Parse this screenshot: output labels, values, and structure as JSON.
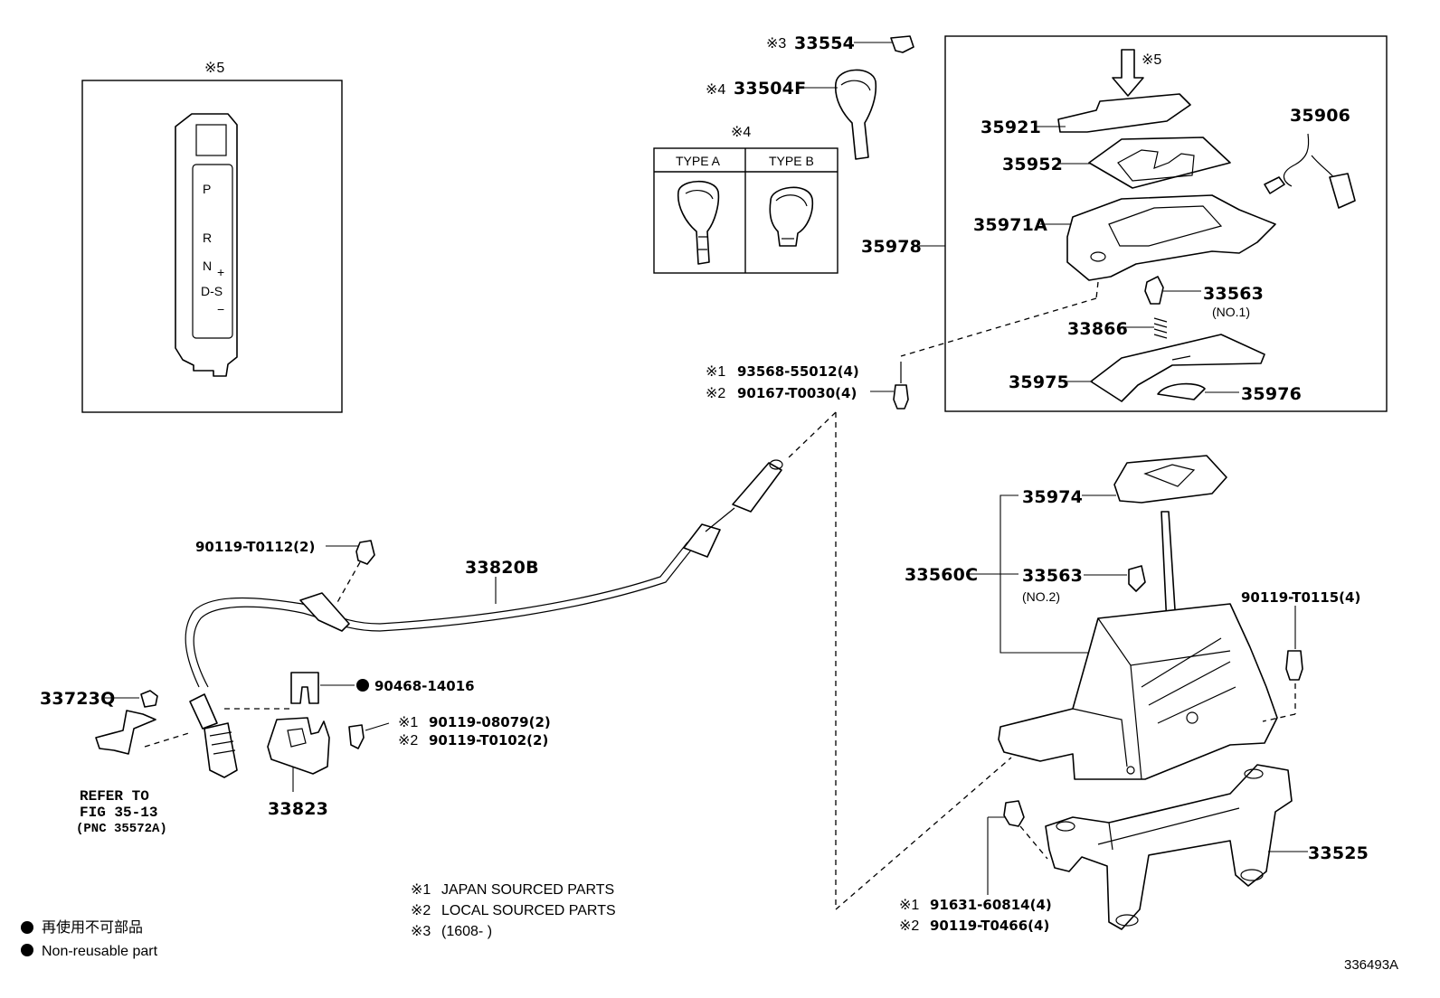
{
  "diagram_id": "336493A",
  "insets": {
    "shift_panel": {
      "mark": "※5",
      "positions": [
        "P",
        "R",
        "N",
        "D-S"
      ],
      "plus": "+",
      "minus": "−"
    },
    "knob_types": {
      "mark": "※4",
      "type_a": "TYPE A",
      "type_b": "TYPE B"
    }
  },
  "labels": {
    "p33554": "33554",
    "m33554": "※3",
    "p33504F": "33504F",
    "m33504F": "※4",
    "p35921": "35921",
    "arrow_mark": "※5",
    "p35952": "35952",
    "p35906": "35906",
    "p35971A": "35971A",
    "p35978": "35978",
    "p33563_1": "33563",
    "p33563_1_sub": "(NO.1)",
    "p33866": "33866",
    "p35975": "35975",
    "p35976": "35976",
    "m1_93568": "※1",
    "p93568": "93568-55012(4)",
    "m2_90167": "※2",
    "p90167": "90167-T0030(4)",
    "p35974": "35974",
    "p33560C": "33560C",
    "p33563_2": "33563",
    "p33563_2_sub": "(NO.2)",
    "p90119_T0115": "90119-T0115(4)",
    "p33525": "33525",
    "m1_91631": "※1",
    "p91631": "91631-60814(4)",
    "m2_90119_T0466": "※2",
    "p90119_T0466": "90119-T0466(4)",
    "p90119_T0112": "90119-T0112(2)",
    "p33820B": "33820B",
    "p33723Q": "33723Q",
    "p90468": "90468-14016",
    "m1_90119_08079": "※1",
    "p90119_08079": "90119-08079(2)",
    "m2_90119_T0102": "※2",
    "p90119_T0102": "90119-T0102(2)",
    "p33823": "33823",
    "refer_1": "REFER TO",
    "refer_2": "FIG 35-13",
    "refer_3": "(PNC 35572A)"
  },
  "notes": [
    {
      "mark": "※1",
      "text": "JAPAN SOURCED PARTS"
    },
    {
      "mark": "※2",
      "text": "LOCAL SOURCED PARTS"
    },
    {
      "mark": "※3",
      "text": "(1608-      )"
    }
  ],
  "legend": {
    "jp": "再使用不可部品",
    "en": "Non-reusable part"
  }
}
